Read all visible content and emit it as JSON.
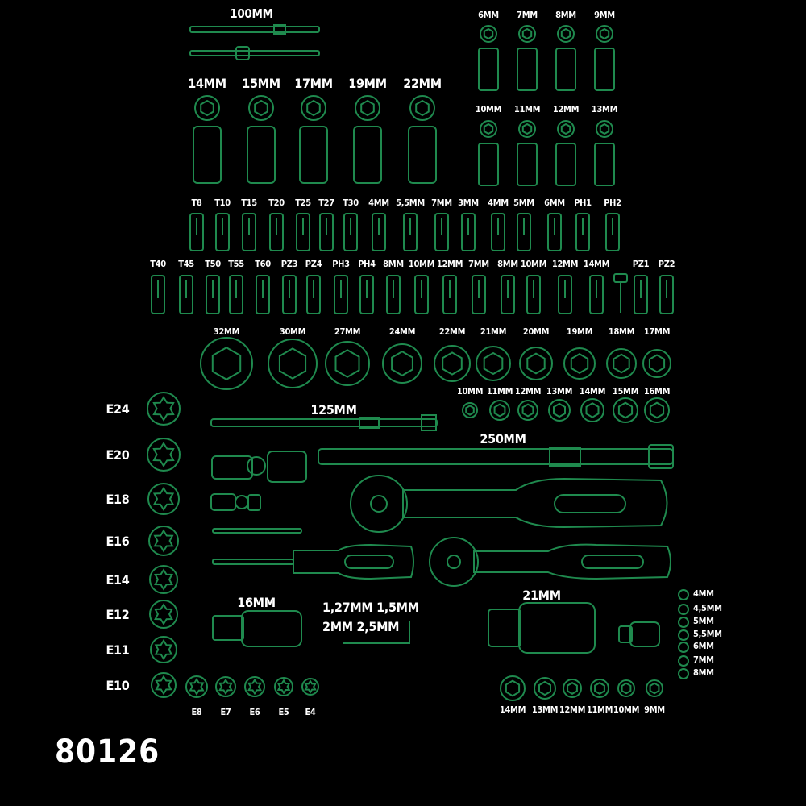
{
  "set_code": "80126",
  "colors": {
    "outline": "#1f8a4e",
    "background": "#000000",
    "text": "#ffffff"
  },
  "labels": {
    "ext_100": "100MM",
    "sockets_large_top": [
      "14MM",
      "15MM",
      "17MM",
      "19MM",
      "22MM"
    ],
    "sockets_deep_row1": [
      "6MM",
      "7MM",
      "8MM",
      "9MM"
    ],
    "sockets_deep_row2": [
      "10MM",
      "11MM",
      "12MM",
      "13MM"
    ],
    "bits_row1": [
      "T8",
      "T10",
      "T15",
      "T20",
      "T25",
      "T27",
      "T30",
      "4MM",
      "5,5MM",
      "7MM",
      "3MM",
      "4MM",
      "5MM",
      "6MM",
      "PH1",
      "PH2"
    ],
    "bits_row2": [
      "T40",
      "T45",
      "T50",
      "T55",
      "T60",
      "PZ3",
      "PZ4",
      "PH3",
      "PH4",
      "8MM",
      "10MM",
      "12MM",
      "7MM",
      "8MM",
      "10MM",
      "12MM",
      "14MM",
      "PZ1",
      "PZ2"
    ],
    "sockets_half_inch": [
      "32MM",
      "30MM",
      "27MM",
      "24MM",
      "22MM",
      "21MM",
      "20MM",
      "19MM",
      "18MM",
      "17MM"
    ],
    "sockets_small_row": [
      "10MM",
      "11MM",
      "12MM",
      "13MM",
      "14MM",
      "15MM",
      "16MM"
    ],
    "torx_e_large": [
      "E24",
      "E20",
      "E18",
      "E16",
      "E14",
      "E12",
      "E11",
      "E10"
    ],
    "torx_e_small": [
      "E8",
      "E7",
      "E6",
      "E5",
      "E4"
    ],
    "ext_125": "125MM",
    "ext_250": "250MM",
    "spark_socket": "16MM",
    "hex_keys_line1": "1,27MM 1,5MM",
    "hex_keys_line2": "2MM 2,5MM",
    "socket_21": "21MM",
    "sockets_bottom_row": [
      "14MM",
      "13MM",
      "12MM",
      "11MM",
      "10MM",
      "9MM"
    ],
    "sockets_quarter_small": [
      "4MM",
      "4,5MM",
      "5MM",
      "5,5MM",
      "6MM",
      "7MM",
      "8MM"
    ]
  }
}
